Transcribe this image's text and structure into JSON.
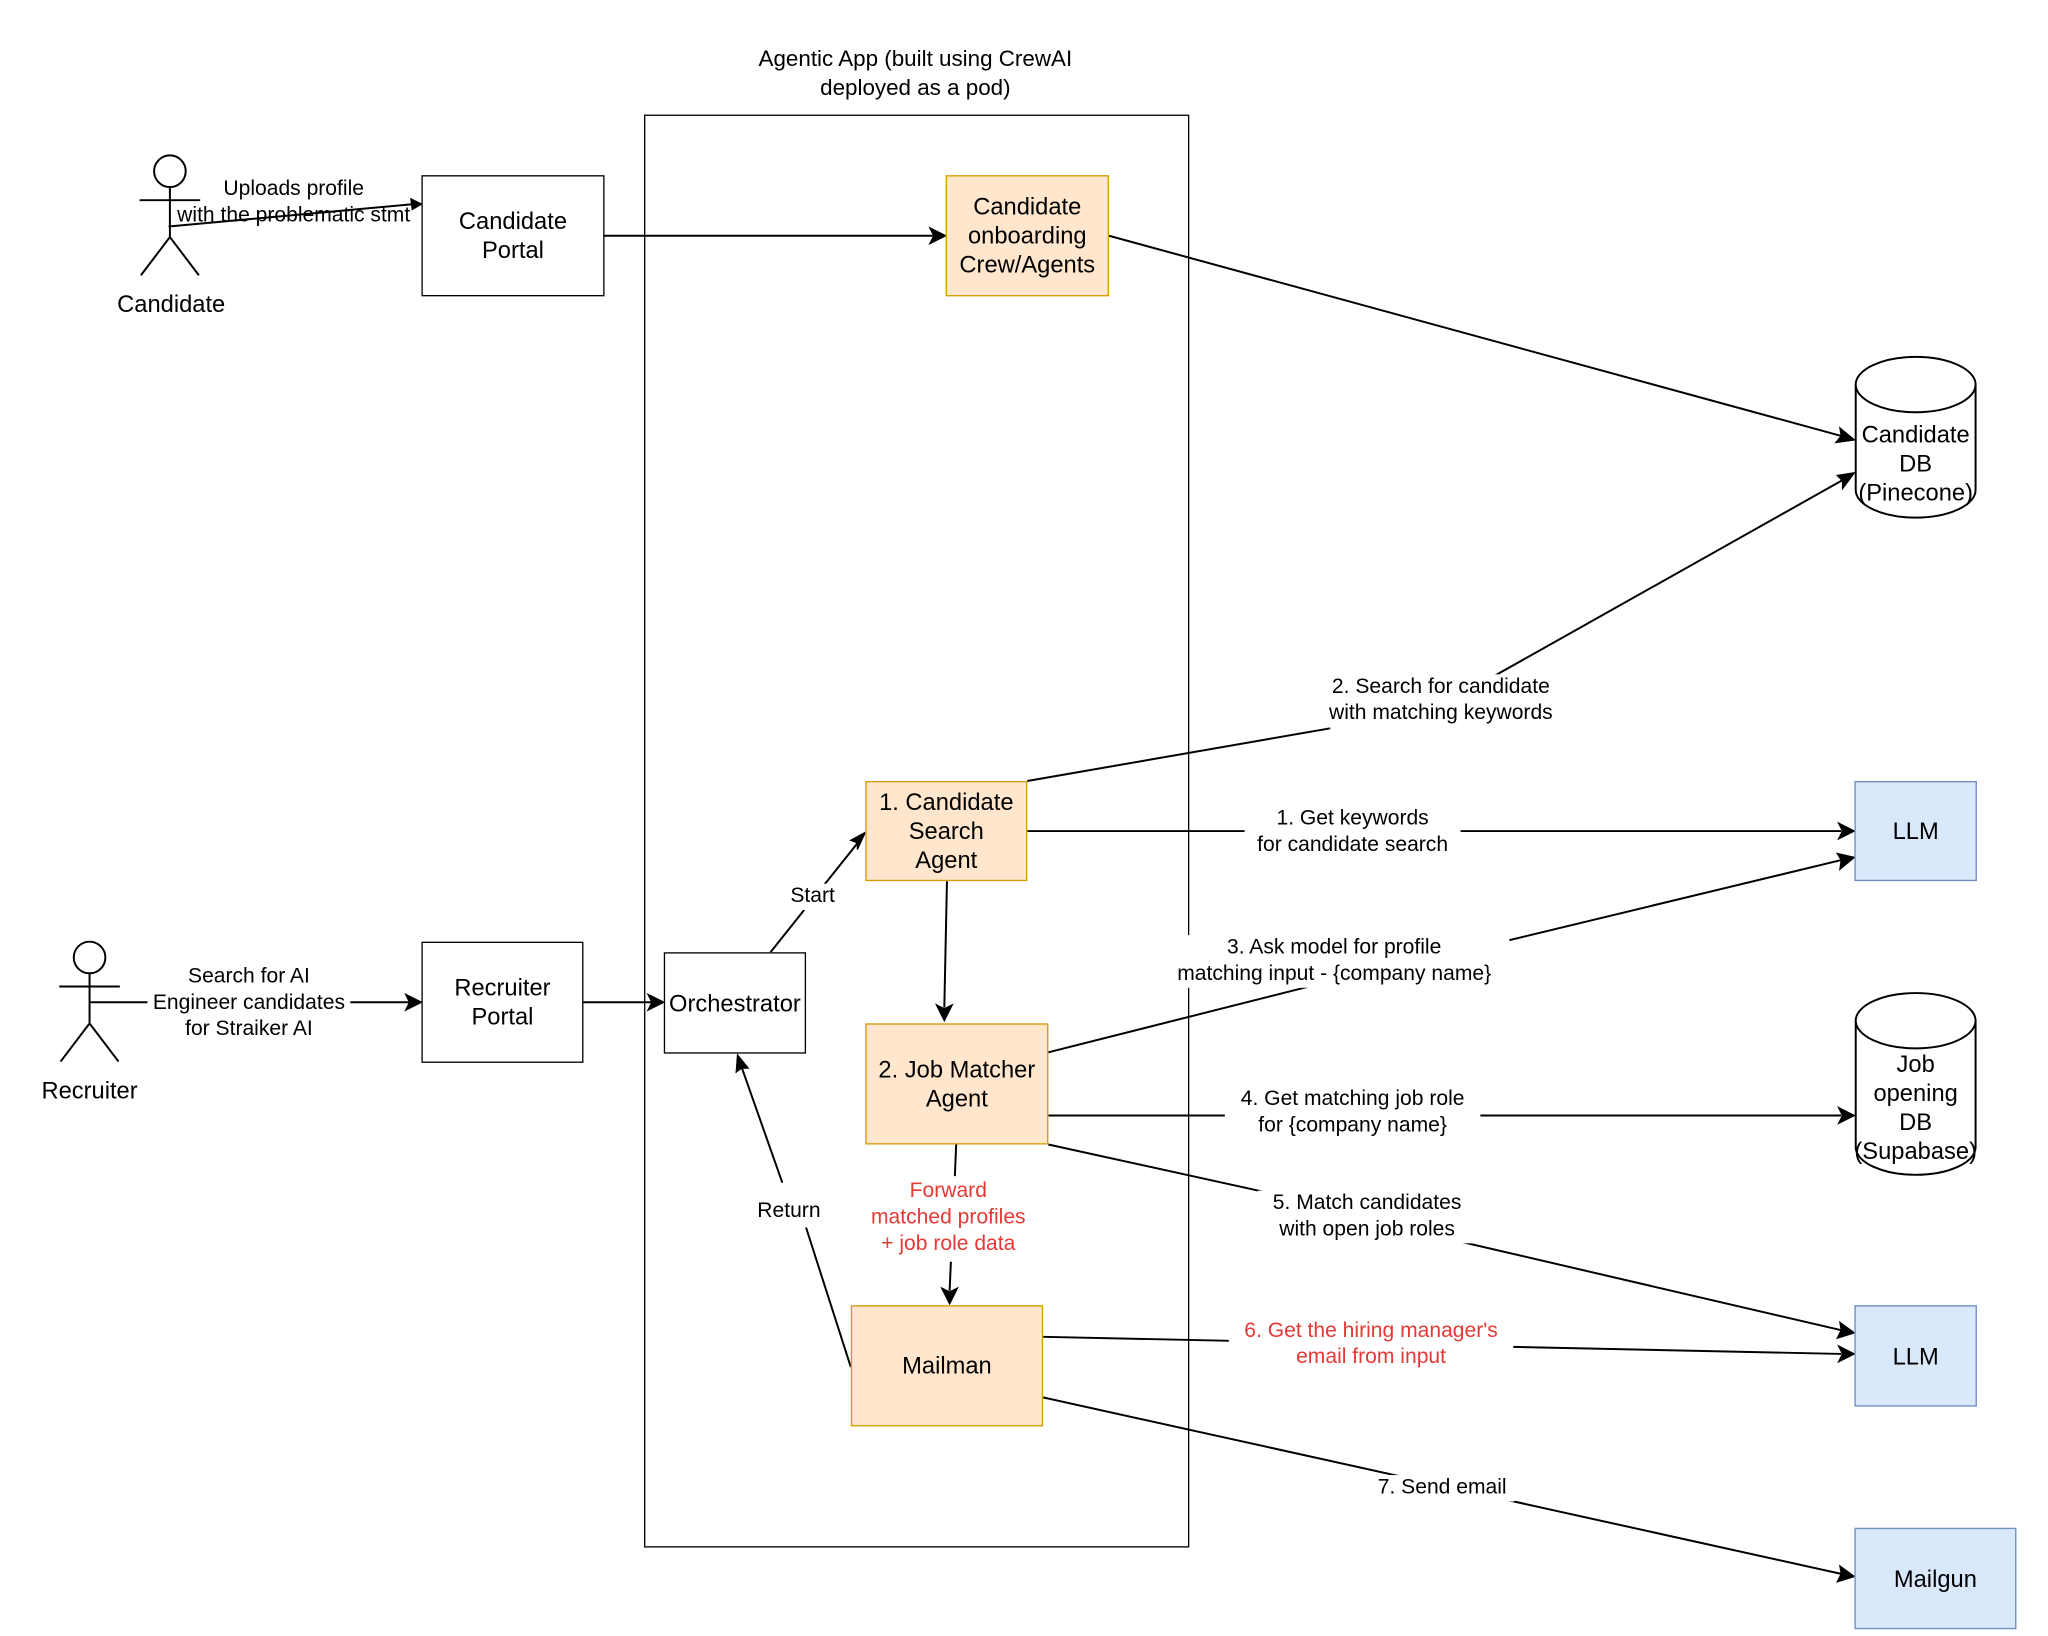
{
  "container": {
    "title": "Agentic App (built using CrewAI\ndeployed as a pod)"
  },
  "actors": {
    "candidate": {
      "name": "Candidate",
      "icon": "stick-figure-icon"
    },
    "recruiter": {
      "name": "Recruiter",
      "icon": "stick-figure-icon"
    }
  },
  "nodes": {
    "candidate_portal": "Candidate\nPortal",
    "recruiter_portal": "Recruiter\nPortal",
    "candidate_onboarding": "Candidate\nonboarding\nCrew/Agents",
    "orchestrator": "Orchestrator",
    "candidate_search_agent": "1. Candidate\nSearch\nAgent",
    "job_matcher_agent": "2. Job Matcher\nAgent",
    "mailman": "Mailman",
    "candidate_db": "Candidate\nDB\n(Pinecone)",
    "job_opening_db": "Job\nopening\nDB\n(Supabase)",
    "llm_top": "LLM",
    "llm_bottom": "LLM",
    "mailgun": "Mailgun"
  },
  "edge_labels": {
    "upload": "Uploads profile\nwith the problematic stmt",
    "search_ai": "Search for AI\nEngineer candidates\nfor Straiker AI",
    "start": "Start",
    "return": "Return",
    "step1": "1. Get keywords\nfor candidate search",
    "step2": "2. Search for candidate\nwith matching keywords",
    "step3": "3. Ask model for profile\nmatching input - {company name}",
    "step4": "4. Get matching job role\nfor {company name}",
    "step5": "5. Match candidates\nwith open job roles",
    "forward": "Forward\nmatched profiles\n+ job role data",
    "step6": "6. Get the hiring manager's\nemail from input",
    "step7": "7. Send email"
  },
  "colors": {
    "agent_fill": "#ffe6cc",
    "agent_border": "#d79b00",
    "external_fill": "#dae8fc",
    "external_border": "#6c8ebf",
    "highlight_text": "#e53935"
  }
}
